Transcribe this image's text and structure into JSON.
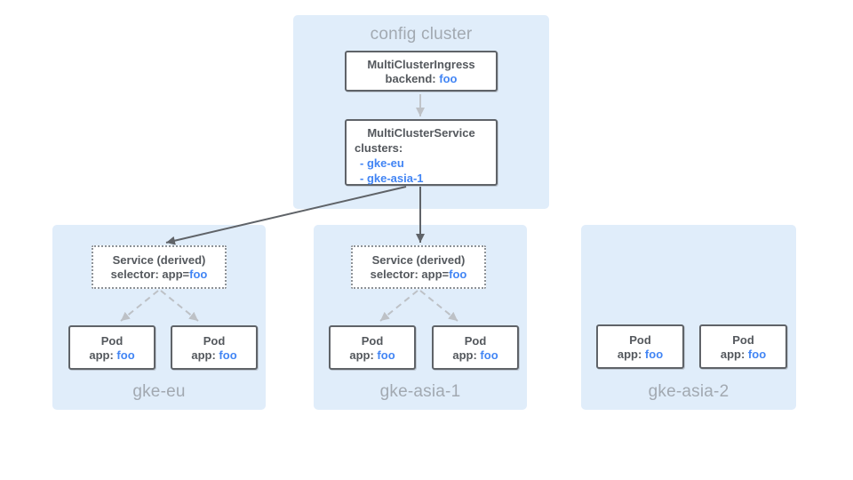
{
  "colors": {
    "canvas_bg": "#ffffff",
    "cluster_bg": "#E0EDFA",
    "box_bg": "#ffffff",
    "box_border": "#5F6368",
    "text_dark": "#54585D",
    "accent_blue": "#4285F4",
    "label_gray": "#A2A9B1",
    "arrow_dark": "#5F6368",
    "arrow_light": "#BDC1C6",
    "dotted_border": "#8D9297"
  },
  "config_cluster": {
    "title": "config cluster",
    "ingress": {
      "title": "MultiClusterIngress",
      "backend_label": "backend: ",
      "backend_value": "foo"
    },
    "service": {
      "title": "MultiClusterService",
      "clusters_label": "clusters:",
      "items": [
        "- gke-eu",
        "- gke-asia-1"
      ]
    }
  },
  "clusters": [
    {
      "title": "gke-eu",
      "service": {
        "title": "Service (derived)",
        "selector_label": "selector: app=",
        "selector_value": "foo"
      },
      "pods": [
        {
          "title": "Pod",
          "app_label": "app: ",
          "app_value": "foo"
        },
        {
          "title": "Pod",
          "app_label": "app: ",
          "app_value": "foo"
        }
      ]
    },
    {
      "title": "gke-asia-1",
      "service": {
        "title": "Service (derived)",
        "selector_label": "selector: app=",
        "selector_value": "foo"
      },
      "pods": [
        {
          "title": "Pod",
          "app_label": "app: ",
          "app_value": "foo"
        },
        {
          "title": "Pod",
          "app_label": "app: ",
          "app_value": "foo"
        }
      ]
    },
    {
      "title": "gke-asia-2",
      "pods": [
        {
          "title": "Pod",
          "app_label": "app: ",
          "app_value": "foo"
        },
        {
          "title": "Pod",
          "app_label": "app: ",
          "app_value": "foo"
        }
      ]
    }
  ]
}
